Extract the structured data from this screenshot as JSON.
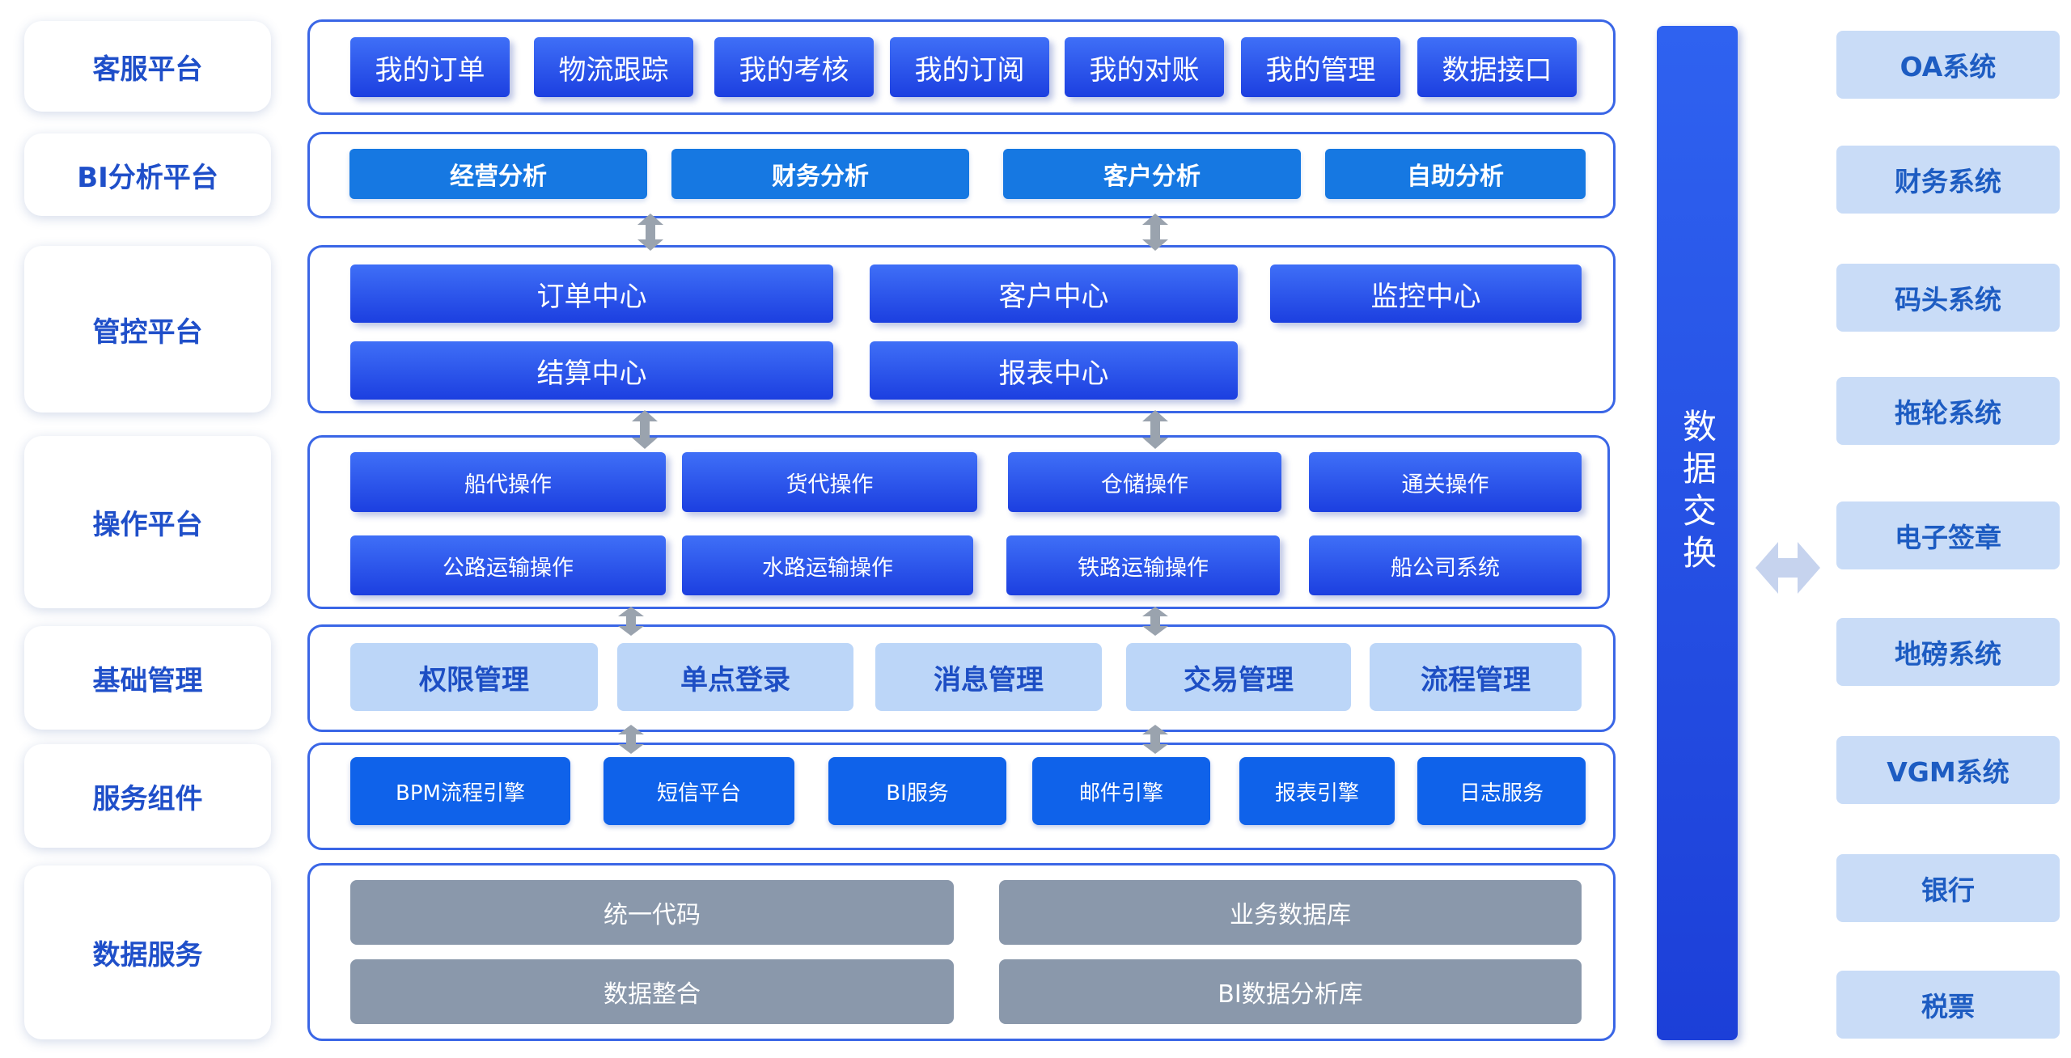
{
  "layers": {
    "customer_service": {
      "label": "客服平台",
      "items": [
        "我的订单",
        "物流跟踪",
        "我的考核",
        "我的订阅",
        "我的对账",
        "我的管理",
        "数据接口"
      ]
    },
    "bi_platform": {
      "label": "BI分析平台",
      "items": [
        "经营分析",
        "财务分析",
        "客户分析",
        "自助分析"
      ]
    },
    "control_platform": {
      "label": "管控平台",
      "items": [
        "订单中心",
        "客户中心",
        "监控中心",
        "结算中心",
        "报表中心"
      ]
    },
    "operation_platform": {
      "label": "操作平台",
      "items": [
        "船代操作",
        "货代操作",
        "仓储操作",
        "通关操作",
        "公路运输操作",
        "水路运输操作",
        "铁路运输操作",
        "船公司系统"
      ]
    },
    "base_management": {
      "label": "基础管理",
      "items": [
        "权限管理",
        "单点登录",
        "消息管理",
        "交易管理",
        "流程管理"
      ]
    },
    "service_components": {
      "label": "服务组件",
      "items": [
        "BPM流程引擎",
        "短信平台",
        "BI服务",
        "邮件引擎",
        "报表引擎",
        "日志服务"
      ]
    },
    "data_services": {
      "label": "数据服务",
      "items": [
        "统一代码",
        "业务数据库",
        "数据整合",
        "BI数据分析库"
      ]
    }
  },
  "exchange": {
    "label": "数据交换"
  },
  "external_systems": [
    "OA系统",
    "财务系统",
    "码头系统",
    "拖轮系统",
    "电子签章",
    "地磅系统",
    "VGM系统",
    "银行",
    "税票"
  ],
  "colors": {
    "accent_blue": "#1c3fe0",
    "bi_blue": "#1678e2",
    "light_blue": "#bcd6f8",
    "gray": "#8a98ab",
    "frame_border": "#3a66e6"
  }
}
